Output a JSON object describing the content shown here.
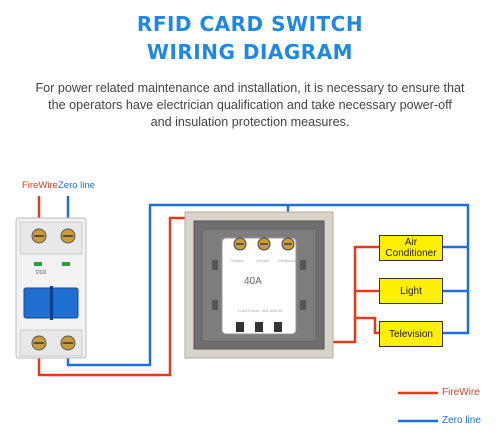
{
  "header": {
    "title_line1": "RFID CARD SWITCH",
    "title_line2": "WIRING DIAGRAM",
    "description": [
      "For power related maintenance and installation, it is necessary to ensure that",
      "the operators have electrician qualification and take necessary power-off",
      "and insulation protection measures."
    ]
  },
  "breaker": {
    "fire_label": "FireWire",
    "zero_label": "Zero line",
    "marking": "DC0"
  },
  "switch": {
    "rating": "40A",
    "terminal_labels": [
      "Lblailbo",
      "Lbinsta",
      "Wb@adbo"
    ],
    "load_text": "Load Power: 40A 8000W"
  },
  "loads": [
    {
      "label": "Air Conditioner",
      "line1": "Air",
      "line2": "Conditioner"
    },
    {
      "label": "Light"
    },
    {
      "label": "Television"
    }
  ],
  "legend": {
    "fire_label": "FireWire",
    "zero_label": "Zero line"
  },
  "colors": {
    "fire": "#e53a1a",
    "zero": "#1e6fd9",
    "title": "#1e88e5",
    "load_fill": "#ffef00"
  }
}
